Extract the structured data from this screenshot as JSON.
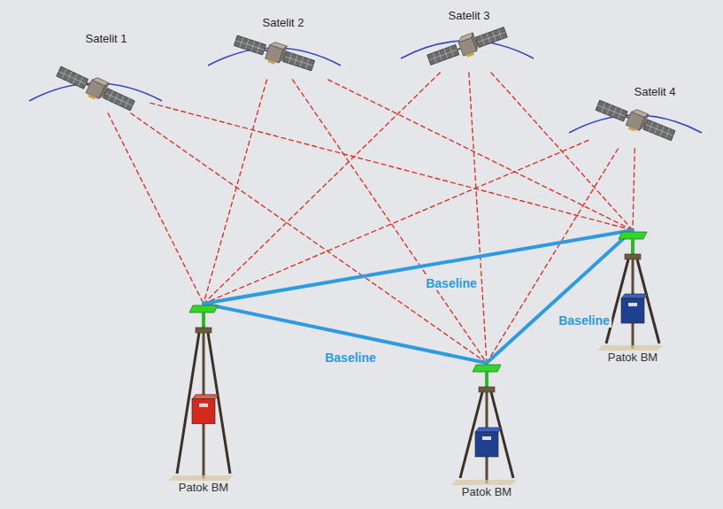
{
  "diagram": {
    "nodes": [
      {
        "text": [
          "Satelit 1"
        ]
      },
      {
        "text": [
          "Satelit 2"
        ]
      },
      {
        "text": [
          "Satelit 3"
        ]
      },
      {
        "text": [
          "Satelit 4"
        ]
      },
      {
        "text": [
          "Patok BM"
        ]
      },
      {
        "text": [
          "Patok BM"
        ]
      },
      {
        "text": [
          "Patok BM"
        ]
      }
    ],
    "edges": [
      {
        "from": 4,
        "to": 6,
        "label": "Baseline",
        "arrow": "none"
      },
      {
        "from": 4,
        "to": 5,
        "label": "Baseline",
        "arrow": "none"
      },
      {
        "from": 5,
        "to": 6,
        "label": "Baseline",
        "arrow": "none"
      },
      {
        "from": 0,
        "to": 4,
        "arrow": "none"
      },
      {
        "from": 0,
        "to": 5,
        "arrow": "none"
      },
      {
        "from": 0,
        "to": 6,
        "arrow": "none"
      },
      {
        "from": 1,
        "to": 4,
        "arrow": "none"
      },
      {
        "from": 1,
        "to": 5,
        "arrow": "none"
      },
      {
        "from": 1,
        "to": 6,
        "arrow": "none"
      },
      {
        "from": 2,
        "to": 4,
        "arrow": "none"
      },
      {
        "from": 2,
        "to": 5,
        "arrow": "none"
      },
      {
        "from": 2,
        "to": 6,
        "arrow": "none"
      },
      {
        "from": 3,
        "to": 4,
        "arrow": "none"
      },
      {
        "from": 3,
        "to": 5,
        "arrow": "none"
      },
      {
        "from": 3,
        "to": 6,
        "arrow": "none"
      }
    ]
  }
}
